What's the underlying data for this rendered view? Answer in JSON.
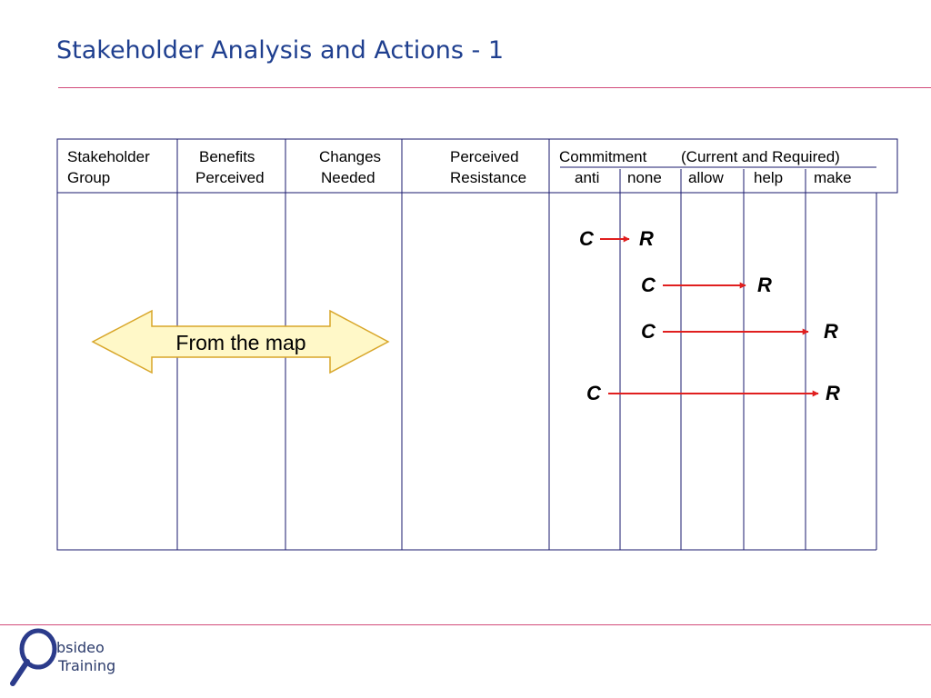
{
  "title": "Stakeholder Analysis and Actions - 1",
  "table": {
    "headers": [
      {
        "line1": "Stakeholder",
        "line2": "Group"
      },
      {
        "line1": "Benefits",
        "line2": "Perceived"
      },
      {
        "line1": "Changes",
        "line2": "Needed"
      },
      {
        "line1": "Perceived",
        "line2": "Resistance"
      }
    ],
    "commitment_label": "Commitment",
    "commitment_note": "(Current and Required)",
    "commitment_levels": [
      "anti",
      "none",
      "allow",
      "help",
      "make"
    ]
  },
  "map_arrow_label": "From the map",
  "commitment_moves": [
    {
      "current_label": "C",
      "required_label": "R",
      "from": "anti",
      "to": "none"
    },
    {
      "current_label": "C",
      "required_label": "R",
      "from": "none",
      "to": "help"
    },
    {
      "current_label": "C",
      "required_label": "R",
      "from": "none",
      "to": "make"
    },
    {
      "current_label": "C",
      "required_label": "R",
      "from": "anti",
      "to": "make"
    }
  ],
  "logo": {
    "line1": "bsideo",
    "line2": "Training"
  },
  "colors": {
    "title": "#1f3f8f",
    "rule": "#d24b7a",
    "table_line": "#1a1a6e",
    "move_arrow": "#e01f1f",
    "map_arrow_fill": "#fff8c8",
    "map_arrow_stroke": "#d8a629"
  }
}
